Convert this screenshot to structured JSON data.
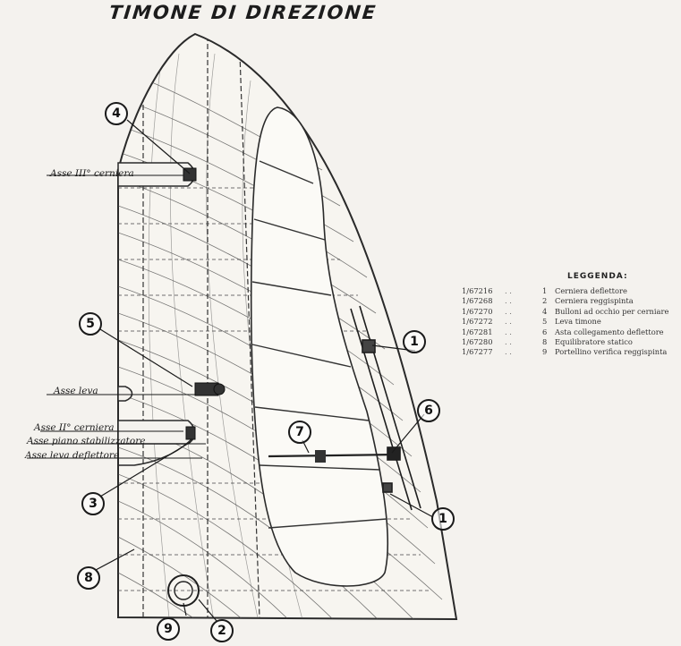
{
  "title": "TIMONE DI DIREZIONE",
  "axis_labels": {
    "hinge_3": "Asse III° cerniera",
    "lever": "Asse leva",
    "hinge_2": "Asse II° cerniera",
    "stabilizer": "Asse piano stabilizzatore",
    "deflector_lever": "Asse leva deflettore"
  },
  "legend": {
    "title": "LEGGENDA:",
    "dots": ". .",
    "items": [
      {
        "code": "1/67216",
        "num": "1",
        "desc": "Cerniera deflettore"
      },
      {
        "code": "1/67268",
        "num": "2",
        "desc": "Cerniera reggispinta"
      },
      {
        "code": "1/67270",
        "num": "4",
        "desc": "Bulloni ad occhio per cerniare"
      },
      {
        "code": "1/67272",
        "num": "5",
        "desc": "Leva timone"
      },
      {
        "code": "1/67281",
        "num": "6",
        "desc": "Asta collegamento deflettore"
      },
      {
        "code": "1/67280",
        "num": "8",
        "desc": "Equilibratore statico"
      },
      {
        "code": "1/67277",
        "num": "9",
        "desc": "Portellino verifica reggispinta"
      }
    ]
  },
  "callouts": {
    "c4": "4",
    "c5": "5",
    "c1a": "1",
    "c6": "6",
    "c7": "7",
    "c3": "3",
    "c1b": "1",
    "c8": "8",
    "c9": "9",
    "c2": "2"
  }
}
